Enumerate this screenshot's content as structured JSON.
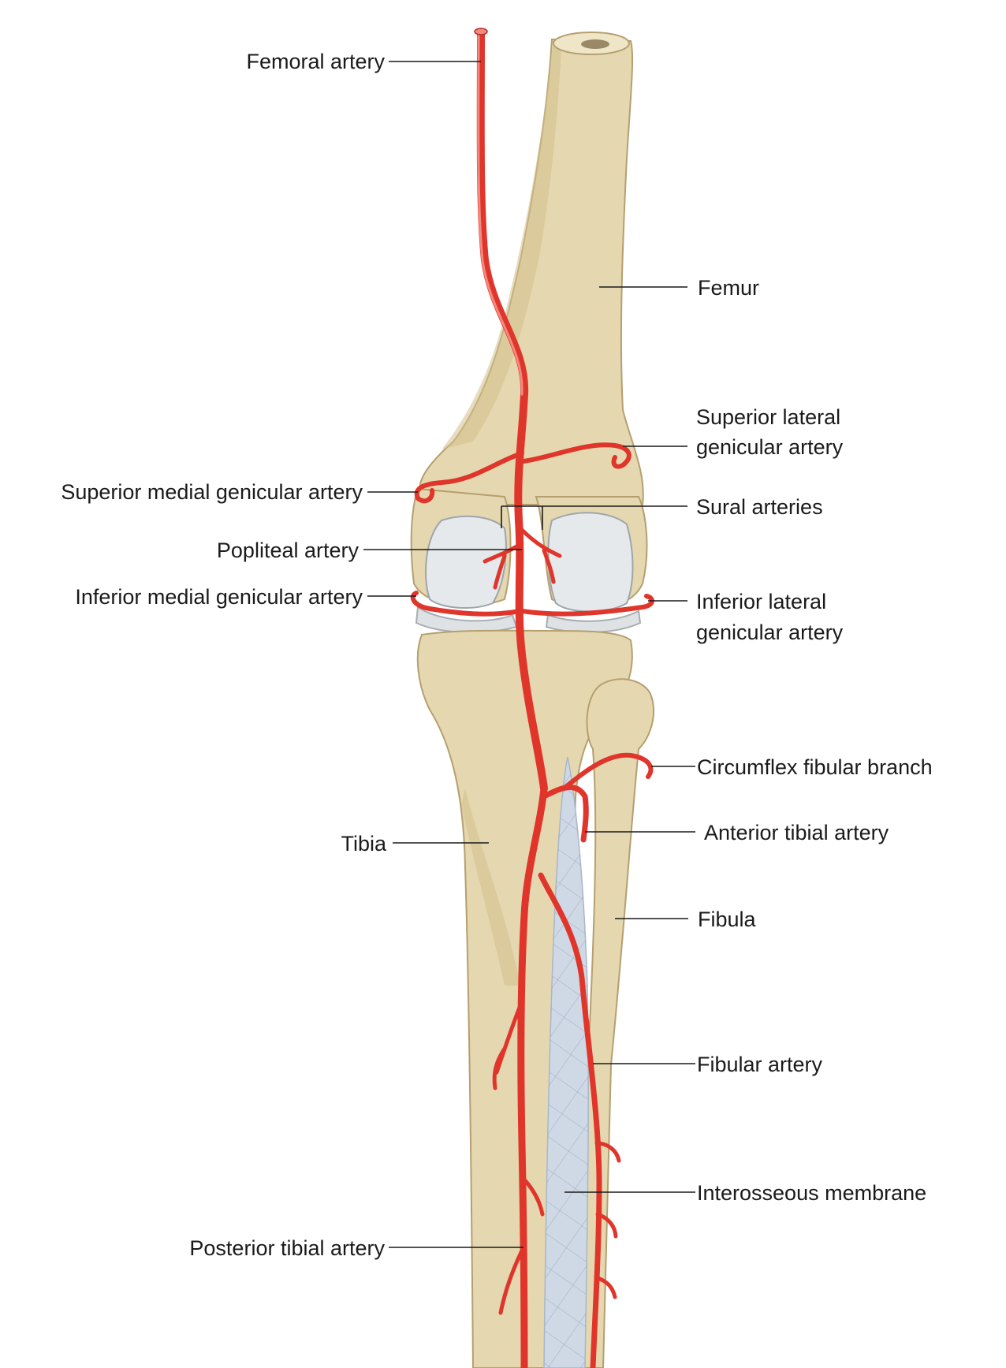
{
  "labels": {
    "femoral_artery": "Femoral artery",
    "femur": "Femur",
    "superior_lateral_genicular_artery_line1": "Superior lateral",
    "superior_lateral_genicular_artery_line2": "genicular artery",
    "superior_medial_genicular_artery": "Superior medial genicular artery",
    "sural_arteries": "Sural arteries",
    "popliteal_artery": "Popliteal artery",
    "inferior_medial_genicular_artery": "Inferior medial genicular artery",
    "inferior_lateral_genicular_artery_line1": "Inferior lateral",
    "inferior_lateral_genicular_artery_line2": "genicular artery",
    "circumflex_fibular_branch": "Circumflex fibular branch",
    "anterior_tibial_artery": "Anterior tibial artery",
    "tibia": "Tibia",
    "fibula": "Fibula",
    "fibular_artery": "Fibular artery",
    "interosseous_membrane": "Interosseous membrane",
    "posterior_tibial_artery": "Posterior tibial artery"
  },
  "colors": {
    "artery": "#e0352b",
    "bone": "#e5d8b0",
    "cartilage": "#e6e9ec",
    "membrane": "#cfd9e6",
    "label_text": "#1a1a1a"
  }
}
